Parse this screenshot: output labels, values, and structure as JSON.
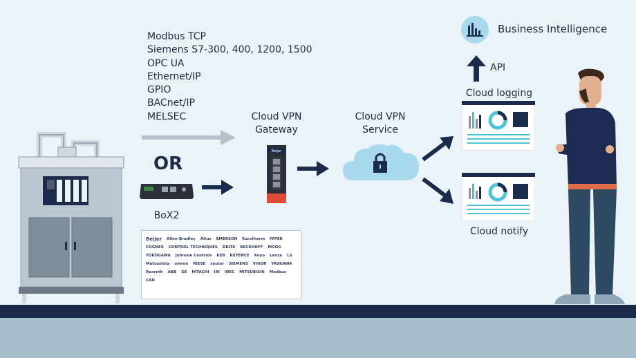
{
  "protocols": [
    "Modbus TCP",
    "Siemens S7-300, 400, 1200, 1500",
    "OPC UA",
    "Ethernet/IP",
    "GPIO",
    "BACnet/IP",
    "MELSEC"
  ],
  "or_label": "OR",
  "box2_label": "BoX2",
  "gateway_label_line1": "Cloud VPN",
  "gateway_label_line2": "Gateway",
  "service_label_line1": "Cloud VPN",
  "service_label_line2": "Service",
  "cloud_logging_label": "Cloud logging",
  "cloud_notify_label": "Cloud notify",
  "api_label": "API",
  "bi_label": "Business Intelligence",
  "brand_logos": [
    "Beijer",
    "Allen-Bradley",
    "Altus",
    "EMERSON",
    "Eurotherm",
    "FATEK",
    "COGNEX",
    "CONTROL TECHNIQUES",
    "DELTA",
    "BECKHOFF",
    "MOOG",
    "YOKOGAWA",
    "Johnson Controls",
    "KEB",
    "KEYENCE",
    "Koyo",
    "Lenze",
    "LS",
    "Matsushita",
    "omron",
    "RIESE",
    "sauter",
    "SIEMENS",
    "VIGOR",
    "YASKAWA",
    "Rexroth",
    "ABB",
    "GE",
    "HITACHI",
    "IAI",
    "IDEC",
    "MITSUBISHI",
    "Modbus",
    "CAN"
  ],
  "colors": {
    "background": "#eaf4f8",
    "navy": "#1b2b4b",
    "floor": "#a7bfcc",
    "arrow_gray": "#b5c0ca",
    "cloud": "#a8d9ec",
    "accent_teal": "#4fc3d6",
    "accent_red": "#e04a3a",
    "person_shirt": "#1d2a52",
    "person_pants": "#2e4a63"
  }
}
